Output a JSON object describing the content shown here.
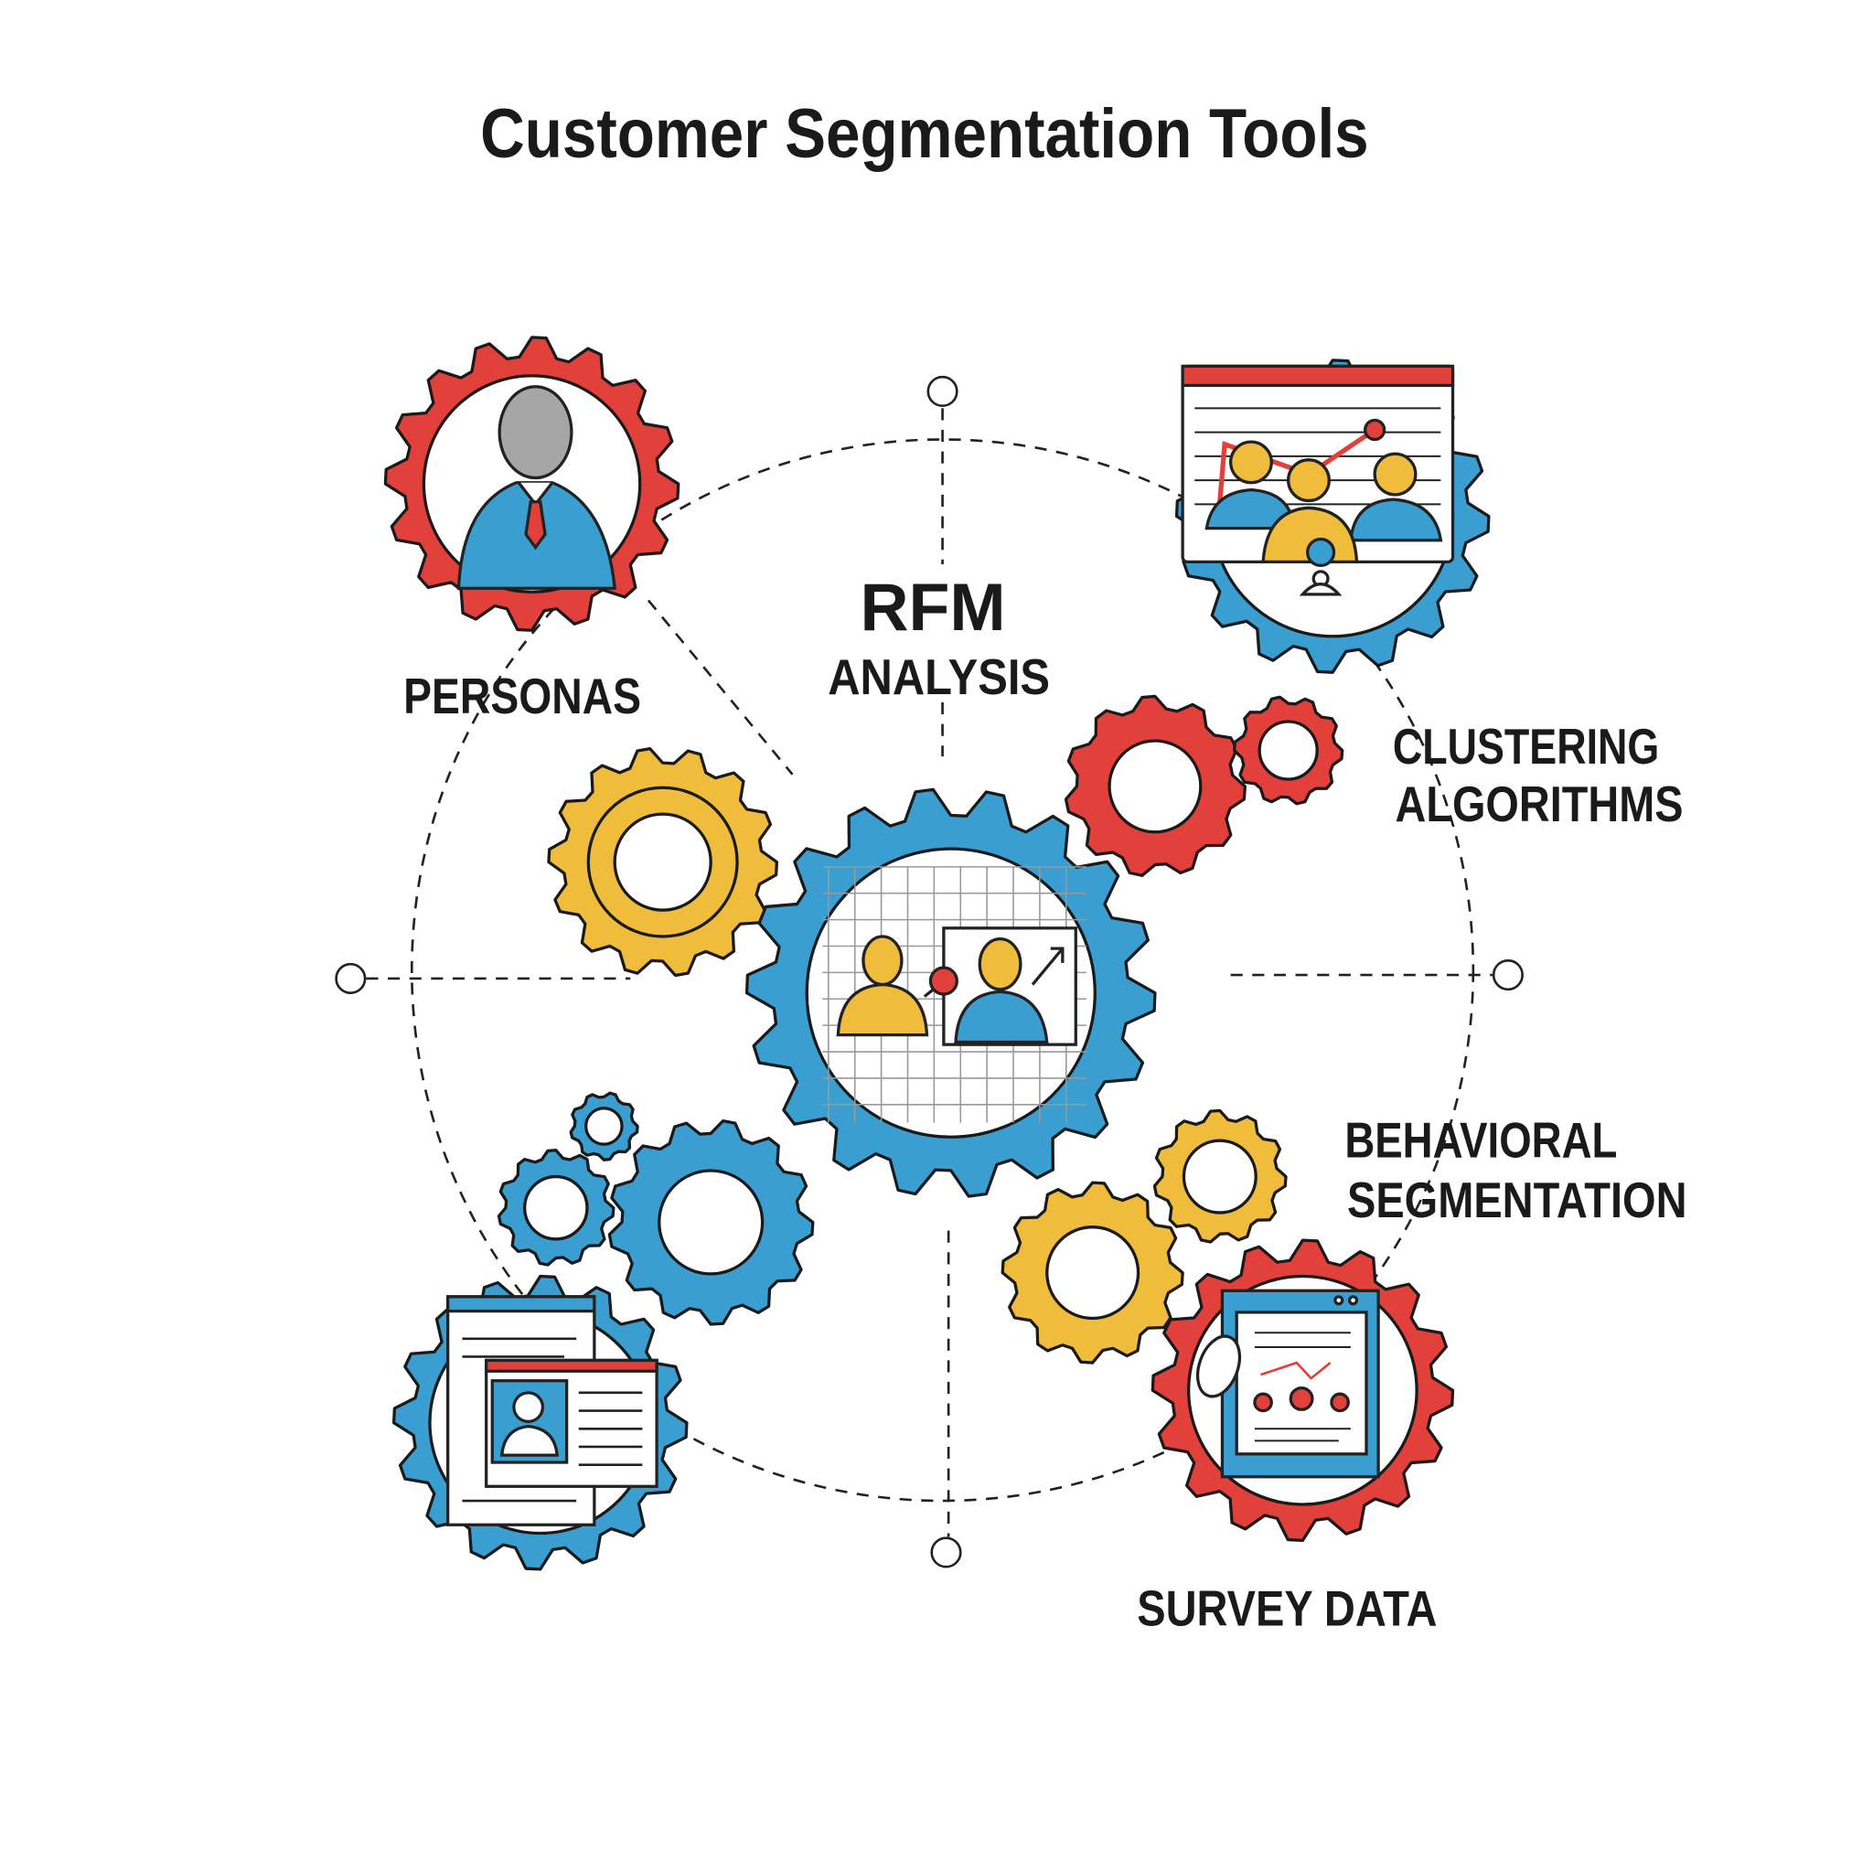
{
  "title": "Customer Segmentation Tools",
  "labels": {
    "rfm_line1": "RFM",
    "rfm_line2": "ANALYSIS",
    "personas": "PERSONAS",
    "clustering_line1": "CLUSTERING",
    "clustering_line2": "ALGORITHMS",
    "behavioral_line1": "BEHAVIORAL",
    "behavioral_line2": "SEGMENTATION",
    "survey": "SURVEY DATA"
  },
  "colors": {
    "red": "#e2403a",
    "blue": "#3a9fd0",
    "yellow": "#f0bc3c",
    "ink": "#1a1a1a",
    "gray": "#a6a6a6"
  }
}
